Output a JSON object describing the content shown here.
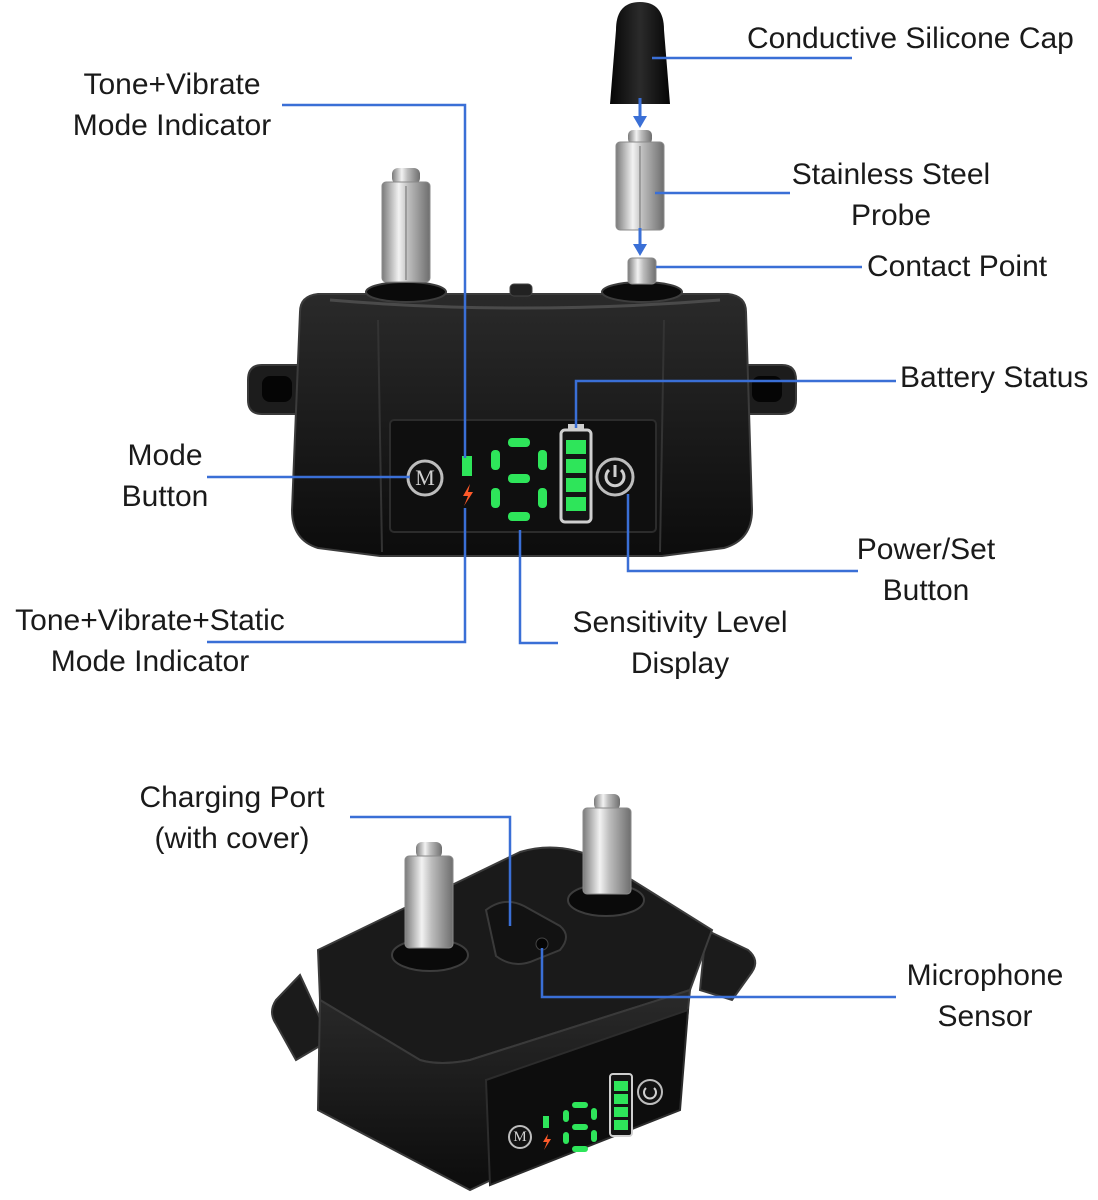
{
  "colors": {
    "leader_line": "#3a6fd6",
    "device_body": "#141414",
    "led_green": "#2ee55a",
    "probe_steel": "#c9c9c9",
    "background": "#ffffff"
  },
  "labels": {
    "conductive_cap": "Conductive Silicone Cap",
    "tone_vibrate": {
      "line1": "Tone+Vibrate",
      "line2": "Mode Indicator"
    },
    "stainless_probe": {
      "line1": "Stainless Steel",
      "line2": "Probe"
    },
    "contact_point": "Contact Point",
    "battery_status": "Battery Status",
    "mode_button": {
      "line1": "Mode",
      "line2": "Button"
    },
    "power_set_button": {
      "line1": "Power/Set",
      "line2": "Button"
    },
    "tone_vibrate_static": {
      "line1": "Tone+Vibrate+Static",
      "line2": "Mode Indicator"
    },
    "sensitivity_display": {
      "line1": "Sensitivity Level",
      "line2": "Display"
    },
    "charging_port": {
      "line1": "Charging Port",
      "line2": "(with cover)"
    },
    "microphone_sensor": {
      "line1": "Microphone",
      "line2": "Sensor"
    }
  },
  "device": {
    "mode_button_glyph": "M"
  }
}
